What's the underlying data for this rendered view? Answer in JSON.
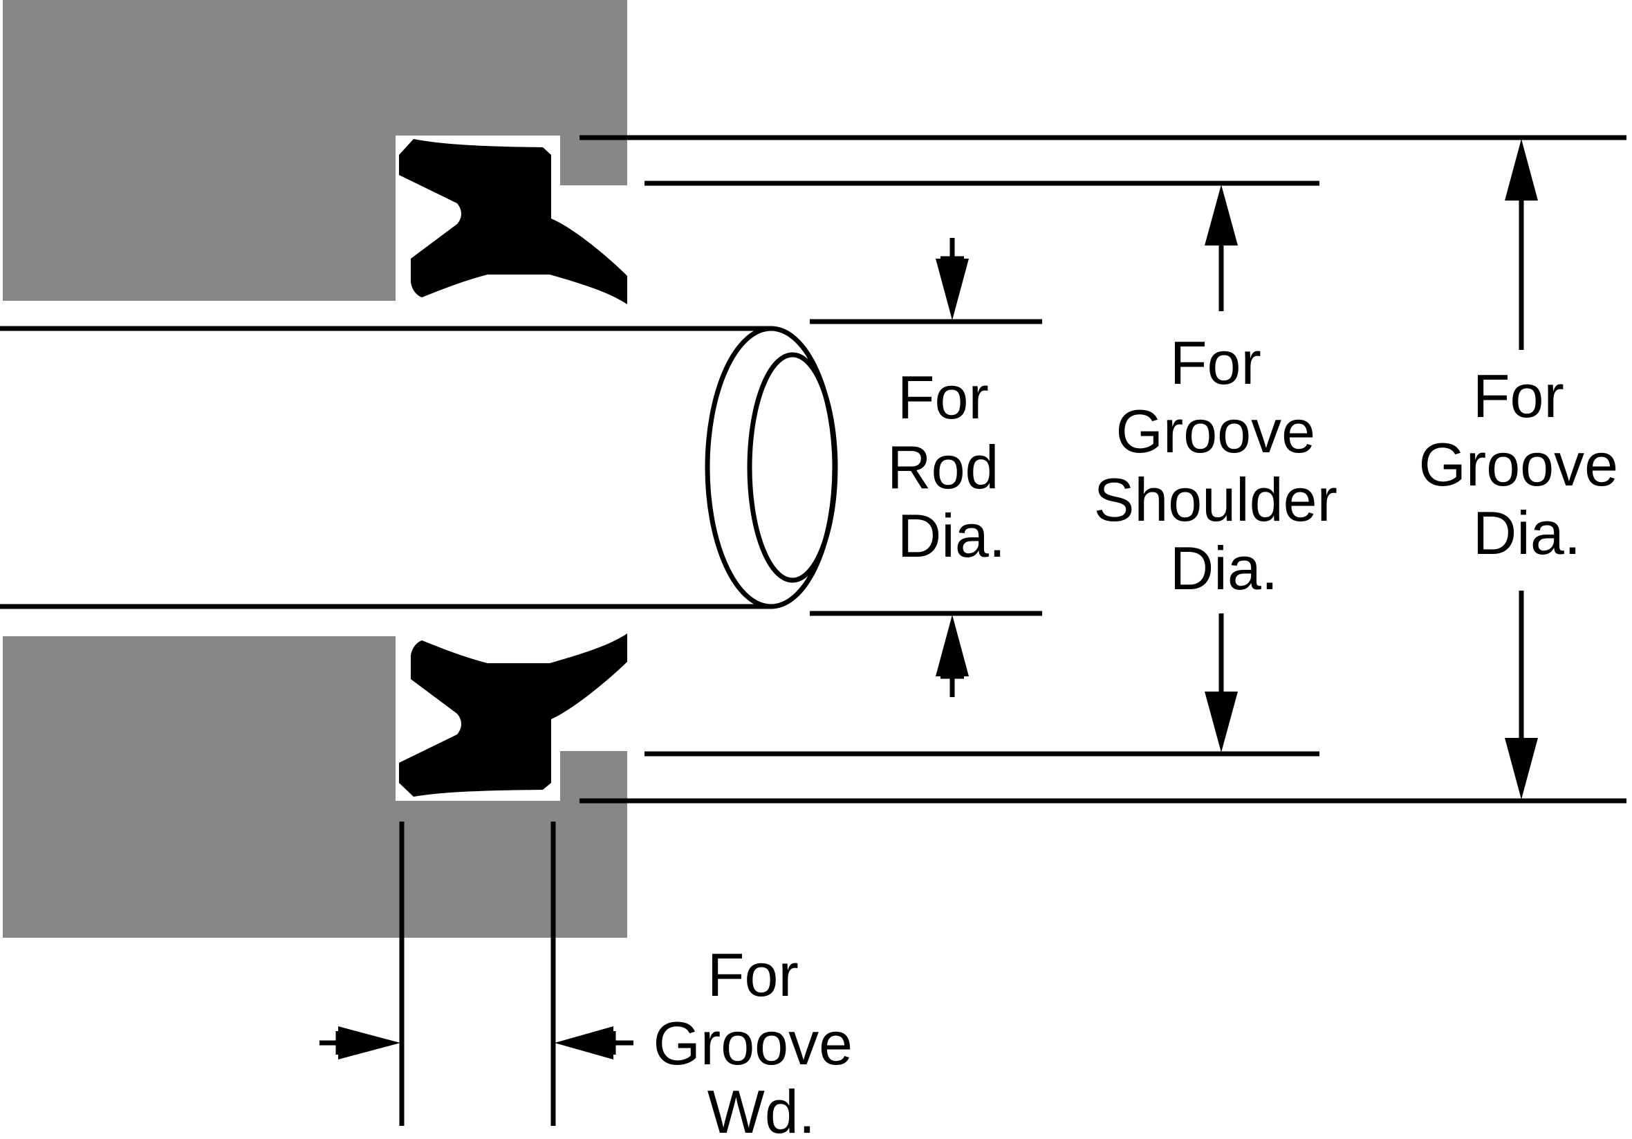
{
  "colors": {
    "housing": "#878787",
    "ink": "#000000",
    "background": "#ffffff"
  },
  "labels": {
    "rod_dia": [
      "For",
      "Rod",
      "Dia."
    ],
    "groove_shoulder_dia": [
      "For",
      "Groove",
      "Shoulder",
      "Dia."
    ],
    "groove_dia": [
      "For",
      "Groove",
      "Dia."
    ],
    "groove_wd": [
      "For",
      "Groove",
      "Wd."
    ]
  }
}
